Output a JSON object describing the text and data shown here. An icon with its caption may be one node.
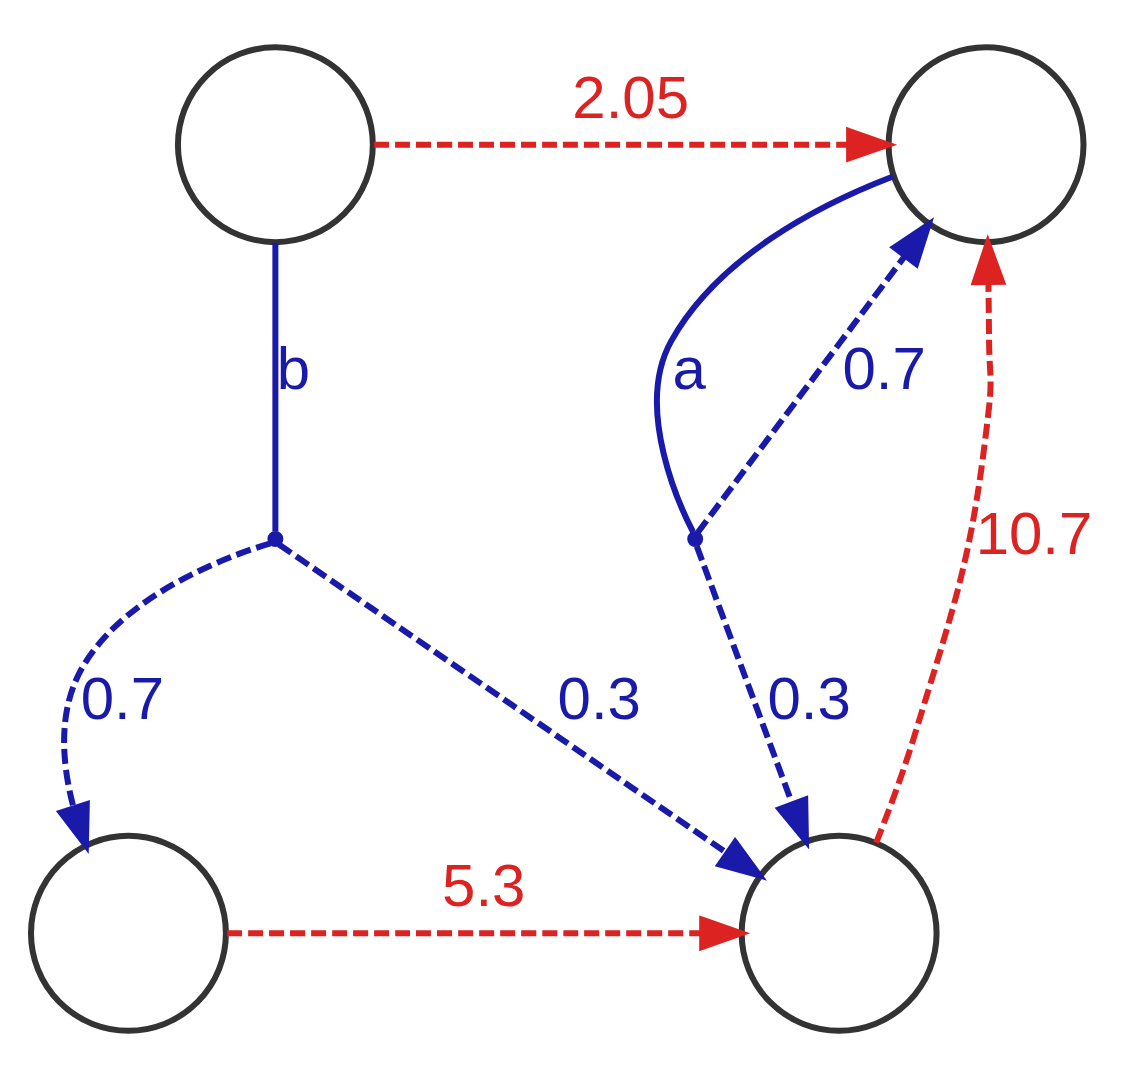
{
  "diagram": {
    "nodes": [
      {
        "text": [],
        "shape": "circle"
      },
      {
        "text": [],
        "shape": "circle"
      },
      {
        "text": [],
        "shape": "point"
      },
      {
        "text": [],
        "shape": "point"
      },
      {
        "text": [],
        "shape": "circle"
      },
      {
        "text": [],
        "shape": "circle"
      }
    ],
    "edges": [
      {
        "from": 0,
        "to": 1,
        "arrow": "to",
        "label": "2.05",
        "style": "dashed",
        "color": "#dd2222"
      },
      {
        "from": 1,
        "to": 3,
        "arrow": "none",
        "label": "a",
        "color": "#1a1aaa"
      },
      {
        "from": 3,
        "to": 1,
        "arrow": "to",
        "label": "0.7",
        "style": "dashed",
        "color": "#1a1aaa"
      },
      {
        "from": 3,
        "to": 5,
        "arrow": "to",
        "label": "0.3",
        "style": "dashed",
        "color": "#1a1aaa"
      },
      {
        "from": 0,
        "to": 2,
        "arrow": "none",
        "label": "b",
        "color": "#1a1aaa"
      },
      {
        "from": 2,
        "to": 4,
        "arrow": "to",
        "label": "0.7",
        "style": "dashed",
        "color": "#1a1aaa"
      },
      {
        "from": 2,
        "to": 5,
        "arrow": "to",
        "label": "0.3",
        "style": "dashed",
        "color": "#1a1aaa"
      },
      {
        "from": 5,
        "to": 1,
        "arrow": "to",
        "label": "10.7",
        "style": "dashed",
        "color": "#dd2222"
      },
      {
        "from": 4,
        "to": 5,
        "arrow": "to",
        "label": "5.3",
        "style": "dashed",
        "color": "#dd2222"
      }
    ]
  }
}
